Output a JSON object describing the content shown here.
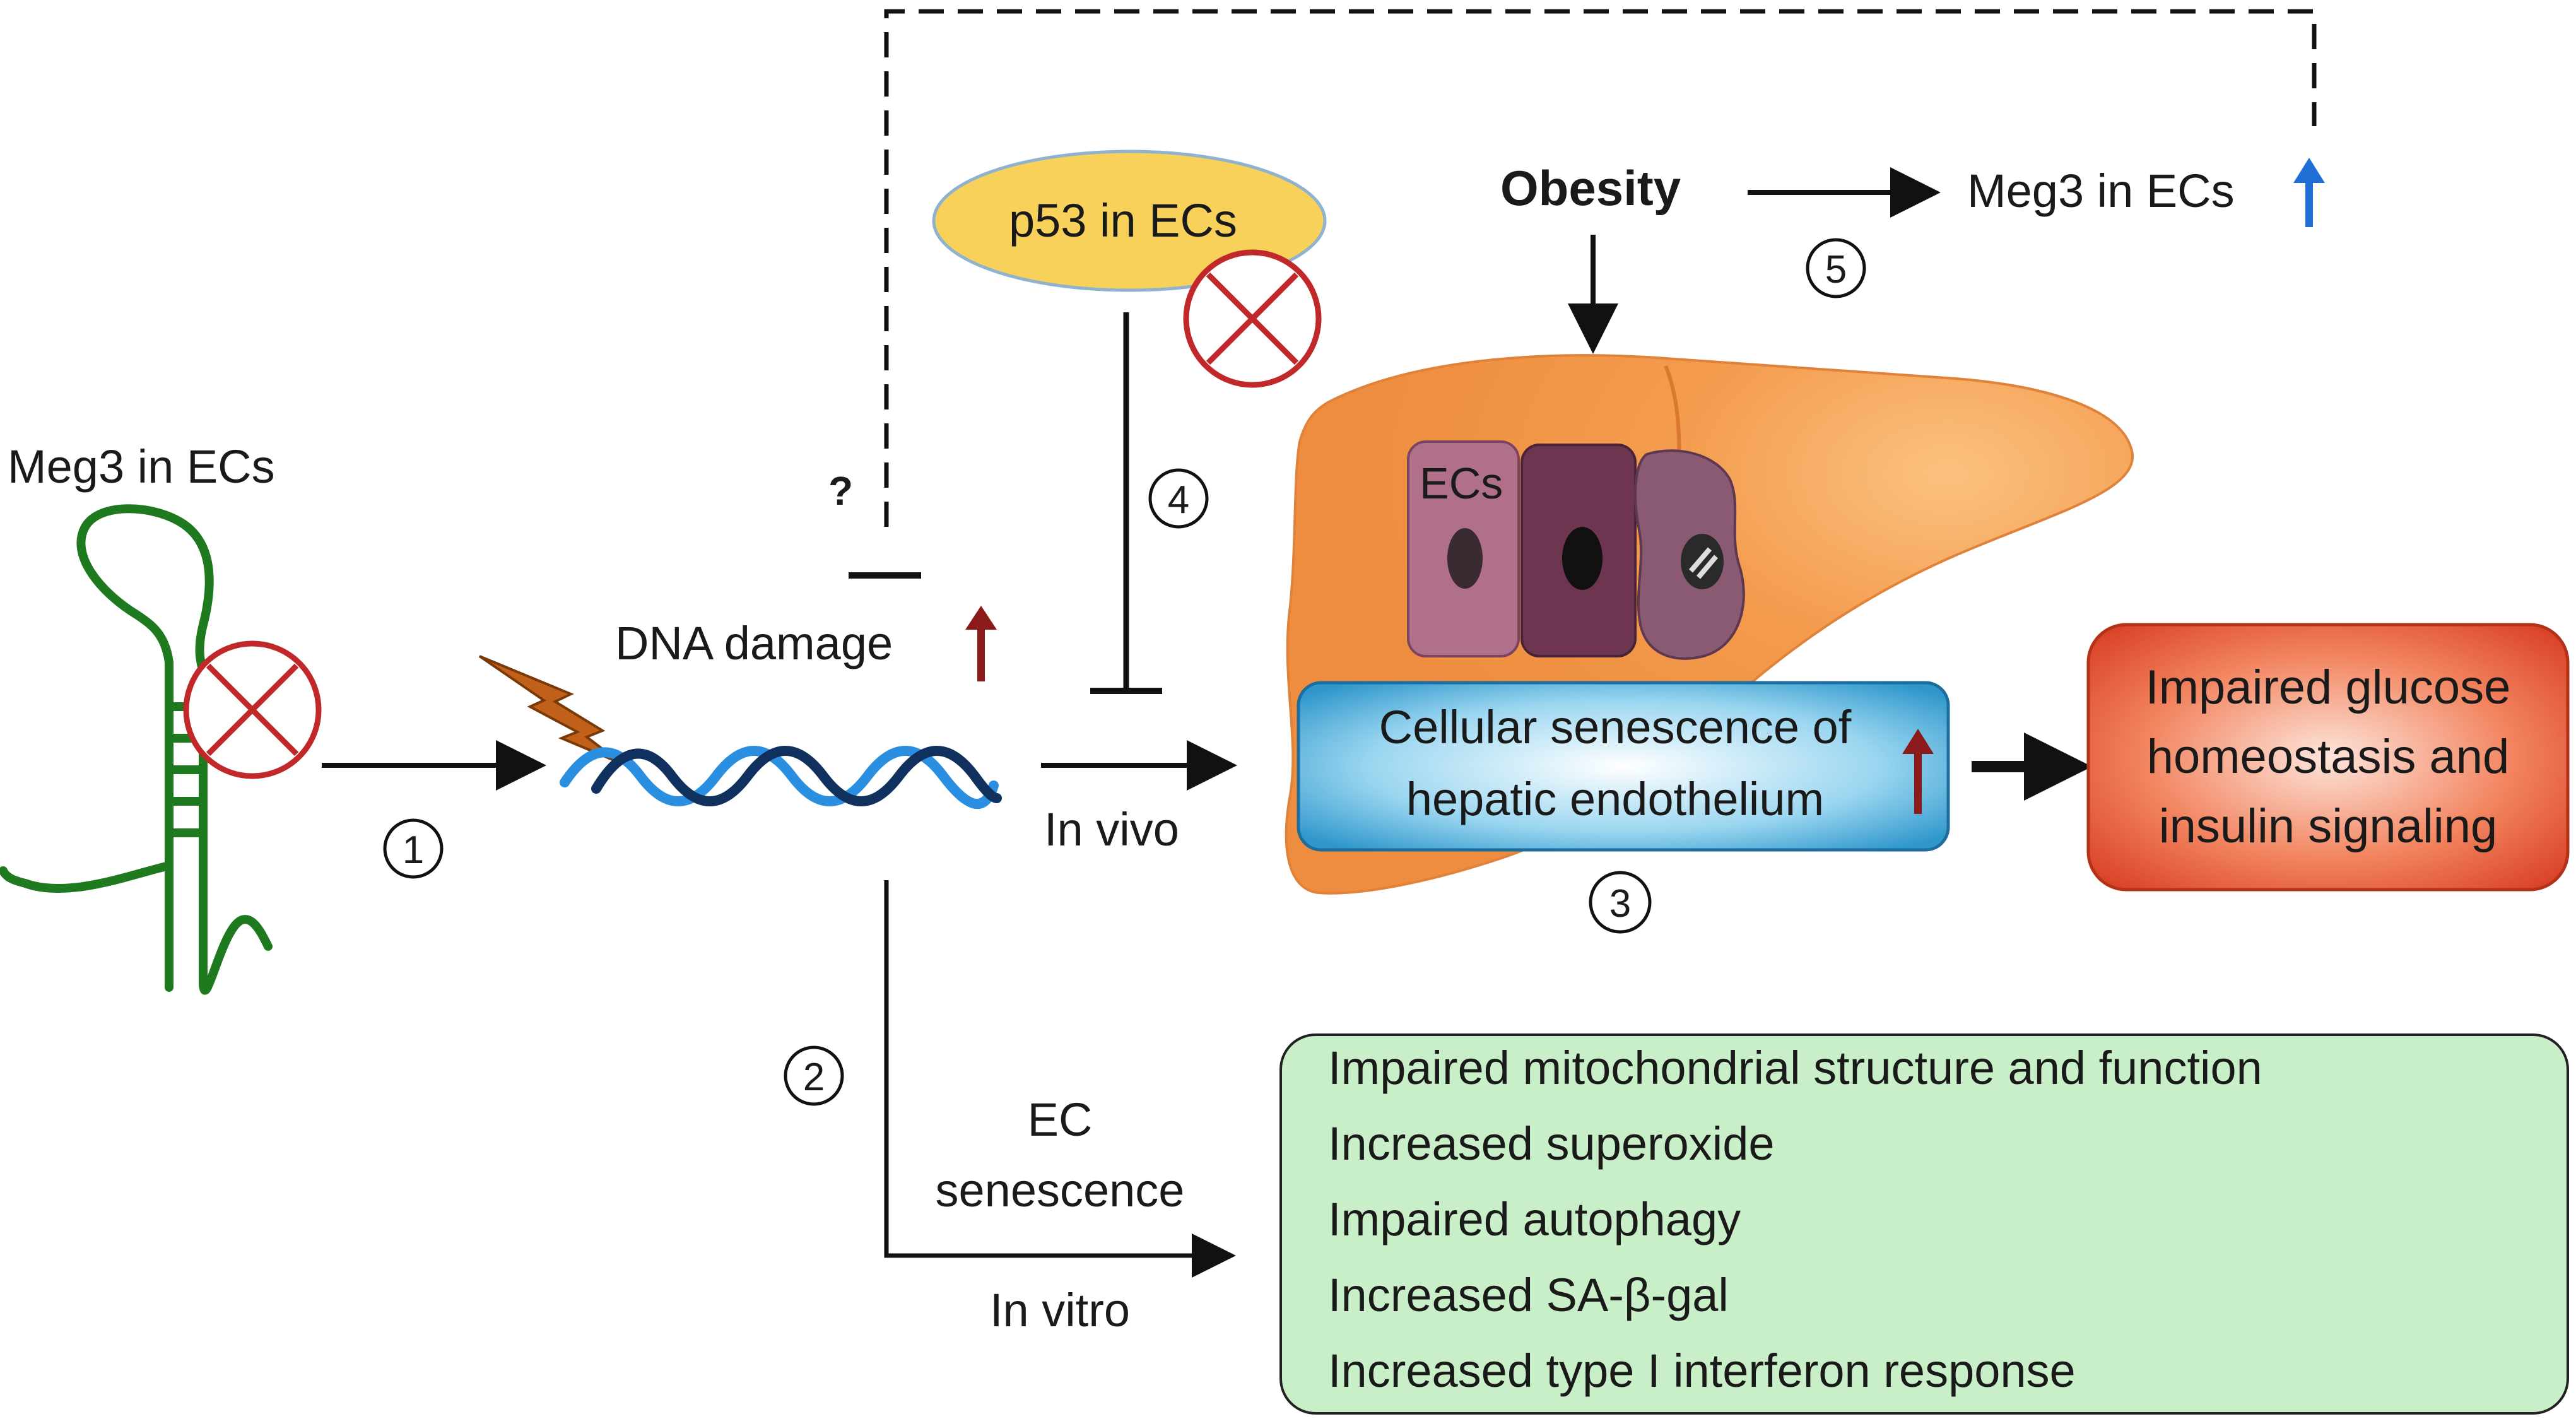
{
  "labels": {
    "meg3_left": "Meg3 in ECs",
    "p53": "p53 in ECs",
    "obesity": "Obesity",
    "meg3_top_right": "Meg3 in ECs",
    "question": "?",
    "dna_damage": "DNA damage",
    "in_vivo": "In vivo",
    "ec_line1": "EC",
    "ec_line2": "senescence",
    "in_vitro": "In vitro",
    "ecs_cell": "ECs",
    "senescence_line1": "Cellular  senescence of",
    "senescence_line2": "hepatic endothelium",
    "impaired_line1": "Impaired glucose",
    "impaired_line2": "homeostasis and",
    "impaired_line3": "insulin signaling"
  },
  "steps": [
    "1",
    "2",
    "3",
    "4",
    "5"
  ],
  "outcomes_in_vitro": [
    "Impaired mitochondrial structure and function",
    "Increased superoxide",
    "Impaired autophagy",
    "Increased SA-β-gal",
    "Increased type I interferon response"
  ],
  "colors": {
    "rna_green": "#1f7a1f",
    "inhibit_red": "#c0282a",
    "up_arrow_red": "#8b1a1a",
    "up_arrow_blue": "#1f6fd6",
    "p53_fill": "#f7d15a",
    "liver": "#f39a4e",
    "senescence_box": "#4aaedb",
    "impaired_box": "#e2502e",
    "outcomes_box": "#c9efc9",
    "dna_light": "#2a8fe0",
    "dna_dark": "#10305e",
    "lightning": "#c0601a"
  },
  "icons": {
    "inhibited": "circle-x-icon",
    "increase": "up-arrow-icon",
    "dna_damage": "lightning-bolt-icon"
  }
}
